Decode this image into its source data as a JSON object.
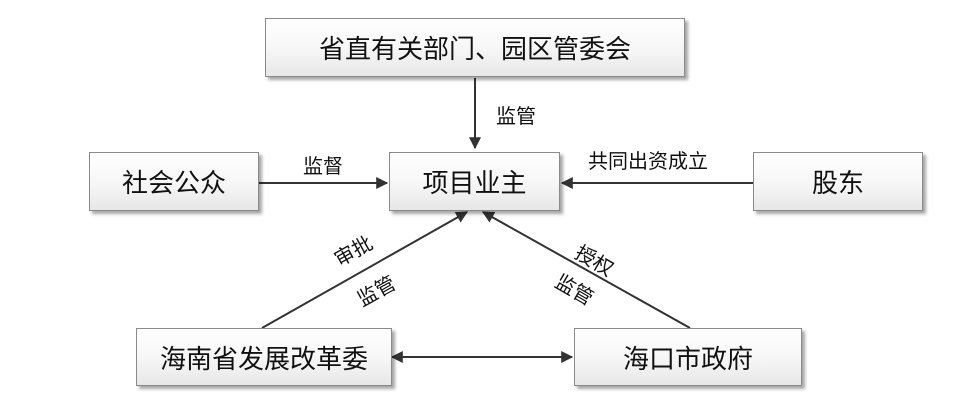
{
  "nodes": {
    "dept": "省直有关部门、园区管委会",
    "owner": "项目业主",
    "public": "社会公众",
    "shareholder": "股东",
    "ndrc": "海南省发展改革委",
    "city": "海口市政府"
  },
  "edges": {
    "dept_to_owner": "监管",
    "public_to_owner": "监督",
    "shareholder_to_owner": "共同出资成立",
    "ndrc_to_owner_1": "审批",
    "ndrc_to_owner_2": "监管",
    "city_to_owner_1": "授权",
    "city_to_owner_2": "监管"
  }
}
